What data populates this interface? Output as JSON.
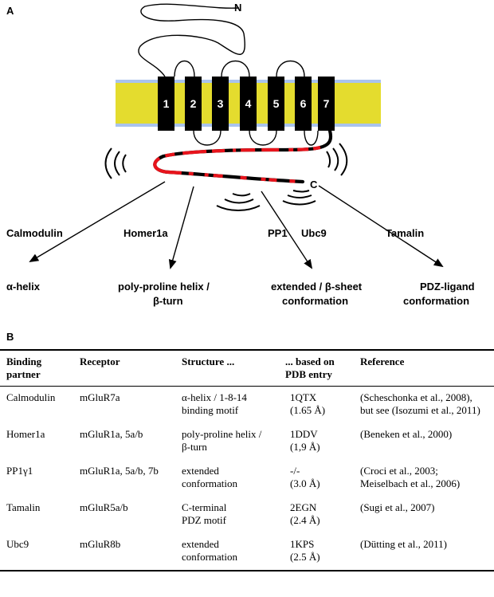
{
  "panel_a_label": "A",
  "panel_b_label": "B",
  "diagram": {
    "n_terminus": "N",
    "c_terminus": "C",
    "helices": [
      "1",
      "2",
      "3",
      "4",
      "5",
      "6",
      "7"
    ],
    "membrane_color": "#e4dc2e",
    "membrane_edge_color": "#a9c3ee",
    "ctail_colors": [
      "#000000",
      "#e8141c"
    ],
    "binders": [
      {
        "name": "Calmodulin",
        "structure_line1": "α-helix",
        "structure_line2": ""
      },
      {
        "name": "Homer1a",
        "structure_line1": "poly-proline helix /",
        "structure_line2": "β-turn"
      },
      {
        "name": "PP1",
        "name2": "Ubc9",
        "structure_line1": "extended / β-sheet",
        "structure_line2": "conformation"
      },
      {
        "name": "Tamalin",
        "structure_line1": "PDZ-ligand",
        "structure_line2": "conformation"
      }
    ]
  },
  "table": {
    "headers": [
      [
        "Binding",
        "partner"
      ],
      [
        "Receptor"
      ],
      [
        "Structure ..."
      ],
      [
        "... based on",
        "PDB entry"
      ],
      [
        "Reference"
      ]
    ],
    "rows": [
      {
        "partner": "Calmodulin",
        "receptor": "mGluR7a",
        "structure": [
          "α-helix / 1-8-14",
          "binding motif"
        ],
        "pdb": [
          "1QTX",
          "(1.65 Å)"
        ],
        "reference": [
          "(Scheschonka et al., 2008),",
          "but see (Isozumi et al., 2011)"
        ]
      },
      {
        "partner": "Homer1a",
        "receptor": "mGluR1a, 5a/b",
        "structure": [
          "poly-proline helix /",
          "β-turn"
        ],
        "pdb": [
          "1DDV",
          "(1,9 Å)"
        ],
        "reference": [
          "(Beneken et al., 2000)"
        ]
      },
      {
        "partner": "PP1γ1",
        "receptor": "mGluR1a, 5a/b, 7b",
        "structure": [
          "extended",
          "conformation"
        ],
        "pdb": [
          "-/-",
          "(3.0 Å)"
        ],
        "reference": [
          "(Croci et al., 2003;",
          "Meiselbach et al., 2006)"
        ]
      },
      {
        "partner": "Tamalin",
        "receptor": "mGluR5a/b",
        "structure": [
          "C-terminal",
          "PDZ motif"
        ],
        "pdb": [
          "2EGN",
          "(2.4 Å)"
        ],
        "reference": [
          "(Sugi et al., 2007)"
        ]
      },
      {
        "partner": "Ubc9",
        "receptor": "mGluR8b",
        "structure": [
          "extended",
          "conformation"
        ],
        "pdb": [
          "1KPS",
          "(2.5 Å)"
        ],
        "reference": [
          "(Dütting et al., 2011)"
        ]
      }
    ]
  }
}
